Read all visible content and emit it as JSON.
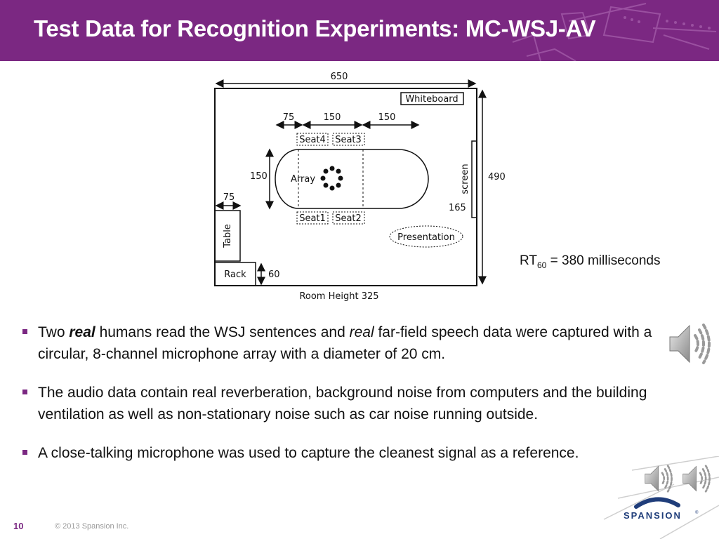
{
  "slide": {
    "title": "Test Data for Recognition Experiments: MC-WSJ-AV",
    "page_number": "10",
    "copyright": "© 2013 Spansion Inc.",
    "logo_text": "SPANSION",
    "logo_mark": "®"
  },
  "diagram": {
    "room_width": "650",
    "room_depth": "490",
    "whiteboard": "Whiteboard",
    "dim_75_top": "75",
    "dim_150_a": "150",
    "dim_150_b": "150",
    "seat4": "Seat4",
    "seat3": "Seat3",
    "seat1": "Seat1",
    "seat2": "Seat2",
    "table_width_dim": "150",
    "array": "Array",
    "screen": "screen",
    "dim_165": "165",
    "dim_75_left": "75",
    "table": "Table",
    "presentation": "Presentation",
    "rack": "Rack",
    "dim_60": "60",
    "room_height": "Room Height 325"
  },
  "rt_note": {
    "prefix": "RT",
    "subscript": "60",
    "suffix": " = 380 milliseconds"
  },
  "bullets": [
    {
      "part1": " Two ",
      "em1": "real",
      "part2": " humans read the WSJ sentences and ",
      "em2": "real",
      "part3": " far-field speech data were captured with a circular, 8-channel microphone array with a diameter of 20 cm."
    },
    {
      "text": "The audio data contain real reverberation, background noise from computers and the building ventilation as well as non-stationary noise such as car noise running outside."
    },
    {
      "text": "A close-talking microphone was used to capture the cleanest signal as a reference."
    }
  ],
  "icons": {
    "speaker_main": "speaker-icon",
    "speaker_small_1": "speaker-icon",
    "speaker_small_2": "speaker-icon"
  },
  "colors": {
    "header": "#7b2882",
    "accent": "#7b2882",
    "logo": "#1f3d7a"
  }
}
